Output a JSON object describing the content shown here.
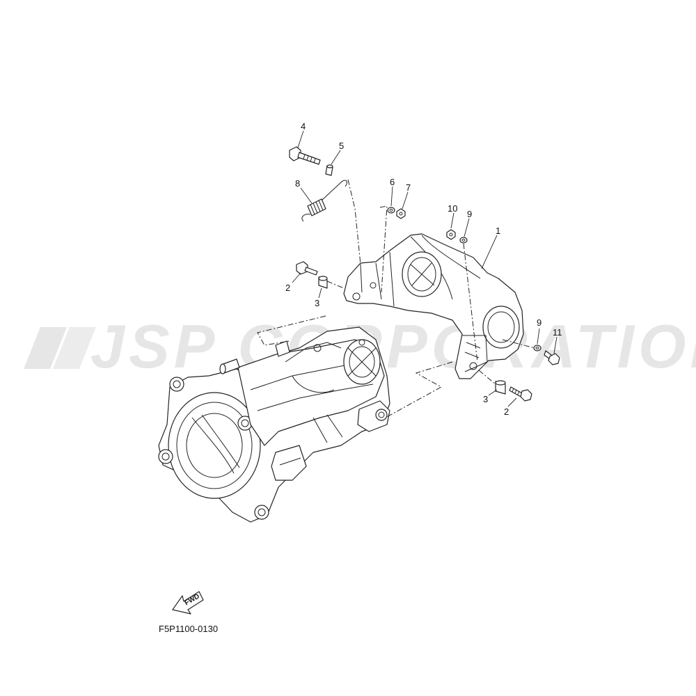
{
  "watermark": {
    "text": "JSP CORPORATION"
  },
  "drawing_number": "F5P1100-0130",
  "fwd_label": "FWD",
  "callouts": [
    {
      "id": "c4",
      "label": "4"
    },
    {
      "id": "c5",
      "label": "5"
    },
    {
      "id": "c8",
      "label": "8"
    },
    {
      "id": "c6",
      "label": "6"
    },
    {
      "id": "c7",
      "label": "7"
    },
    {
      "id": "c10",
      "label": "10"
    },
    {
      "id": "c9a",
      "label": "9"
    },
    {
      "id": "c1",
      "label": "1"
    },
    {
      "id": "c2a",
      "label": "2"
    },
    {
      "id": "c3a",
      "label": "3"
    },
    {
      "id": "c9b",
      "label": "9"
    },
    {
      "id": "c11",
      "label": "11"
    },
    {
      "id": "c3b",
      "label": "3"
    },
    {
      "id": "c2b",
      "label": "2"
    }
  ]
}
